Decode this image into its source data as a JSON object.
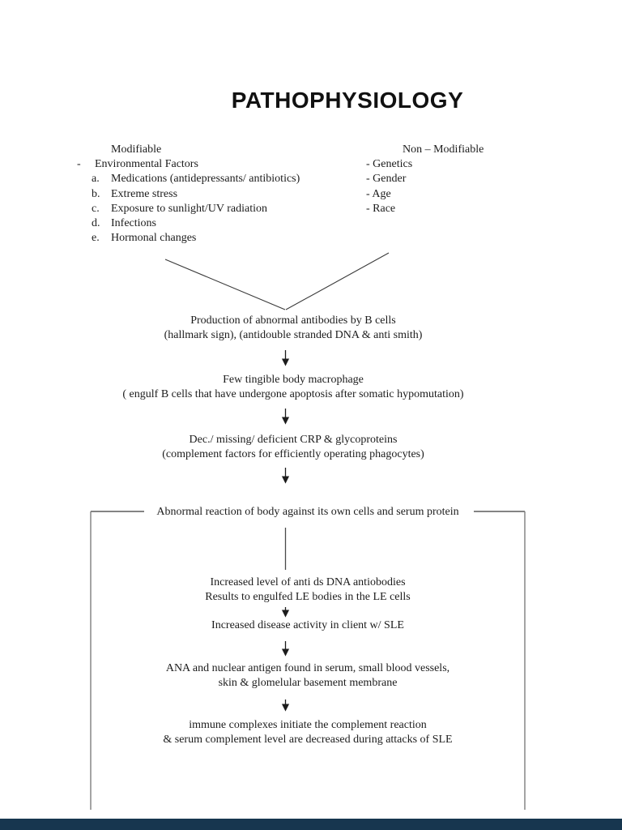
{
  "page": {
    "title": "PATHOPHYSIOLOGY"
  },
  "factors": {
    "modifiable": {
      "heading": "Modifiable",
      "bullet": "-",
      "category": "Environmental Factors",
      "items": [
        {
          "marker": "a.",
          "text": "Medications (antidepressants/ antibiotics)"
        },
        {
          "marker": "b.",
          "text": "Extreme stress"
        },
        {
          "marker": "c.",
          "text": "Exposure to sunlight/UV radiation"
        },
        {
          "marker": "d.",
          "text": "Infections"
        },
        {
          "marker": "e.",
          "text": "Hormonal changes"
        }
      ]
    },
    "non_modifiable": {
      "heading": "Non – Modifiable",
      "items": [
        {
          "text": "- Genetics"
        },
        {
          "text": "- Gender"
        },
        {
          "text": "- Age"
        },
        {
          "text": "- Race"
        }
      ]
    }
  },
  "flow": {
    "production": {
      "line1": "Production of abnormal antibodies by B cells",
      "line2": "(hallmark sign), (antidouble stranded DNA & anti smith)"
    },
    "few_macrophage": {
      "line1": "Few tingible body macrophage",
      "line2": "( engulf B cells that have undergone apoptosis after somatic hypomutation)"
    },
    "deficient_crp": {
      "line1": "Dec./ missing/ deficient CRP & glycoproteins",
      "line2": "(complement factors for efficiently operating phagocytes)"
    },
    "box_label": "Abnormal reaction of body against its own cells and serum protein",
    "increased_level": {
      "line1": "Increased level of anti ds DNA antiobodies",
      "line2": "Results to engulfed LE bodies in the LE cells"
    },
    "disease_activity": "Increased disease activity in client w/ SLE",
    "ana_antigen": {
      "line1": "ANA and nuclear antigen found in serum, small blood vessels,",
      "line2": "skin & glomelular basement membrane"
    },
    "immune_complexes": {
      "line1": "immune complexes initiate the complement reaction",
      "line2": "& serum complement level are decreased during attacks of SLE"
    }
  },
  "colors": {
    "text": "#1c1c1c",
    "line": "#3a3a3a",
    "box_line": "#7d7d7d",
    "footer_bar": "#17364f"
  }
}
